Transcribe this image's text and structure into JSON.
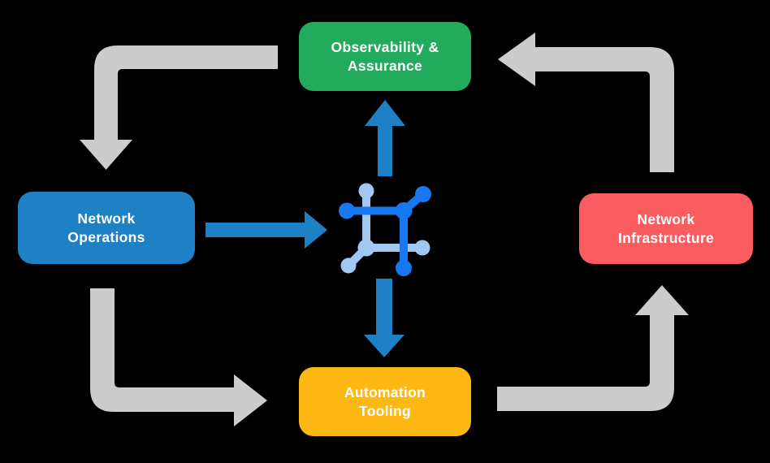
{
  "nodes": {
    "observability": {
      "label": "Observability &\nAssurance",
      "color": "#22AB5C"
    },
    "operations": {
      "label": "Network\nOperations",
      "color": "#1E81C6"
    },
    "infrastructure": {
      "label": "Network\nInfrastructure",
      "color": "#FB5C5F"
    },
    "automation": {
      "label": "Automation\nTooling",
      "color": "#FDB813"
    }
  },
  "colors": {
    "background": "#000000",
    "label_text": "#FFFFFF",
    "flow_arrow_gray": "#CCCCCC",
    "data_arrow_blue": "#1E81C6",
    "icon_primary_blue": "#1878F0",
    "icon_secondary_blue": "#A0C8F2"
  },
  "icons": {
    "center": "network-automation-icon"
  }
}
